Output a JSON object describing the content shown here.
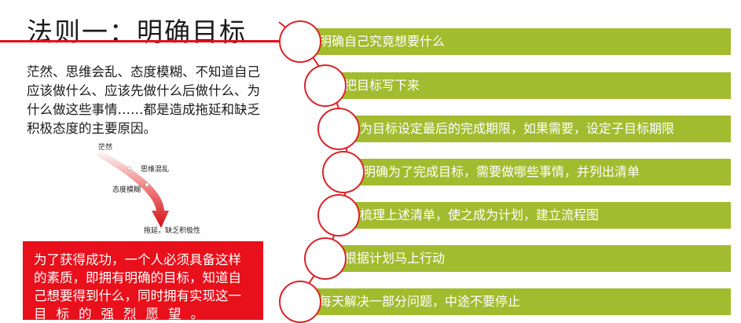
{
  "slide": {
    "title": "法则一：明确目标",
    "intro": "茫然、思维会乱、态度模糊、不知道自己应该做什么、应该先做什么后做什么、为什么做这些事情……都是造成拖延和缺乏积极态度的主要原因。",
    "diagram": {
      "labels": [
        "茫然",
        "思维混乱",
        "态度模糊",
        "拖延，缺乏积极性"
      ]
    },
    "callout": {
      "text": "为了获得成功，一个人必须具备这样的素质，即拥有明确的目标，知道自己想要得到什么，同时拥有实现这一",
      "last_line": "目标的强烈愿望。"
    },
    "steps": [
      "明确自己究竟想要什么",
      "把目标写下来",
      "为目标设定最后的完成期限，如果需要，设定子目标期限",
      "明确为了完成目标，需要做哪些事情，并列出清单",
      "梳理上述清单，使之成为计划，建立流程图",
      "根据计划马上行动",
      "每天解决一部分问题，中途不要停止"
    ],
    "colors": {
      "accent_red": "#e8101b",
      "bar_green": "#a3bb2f"
    }
  }
}
